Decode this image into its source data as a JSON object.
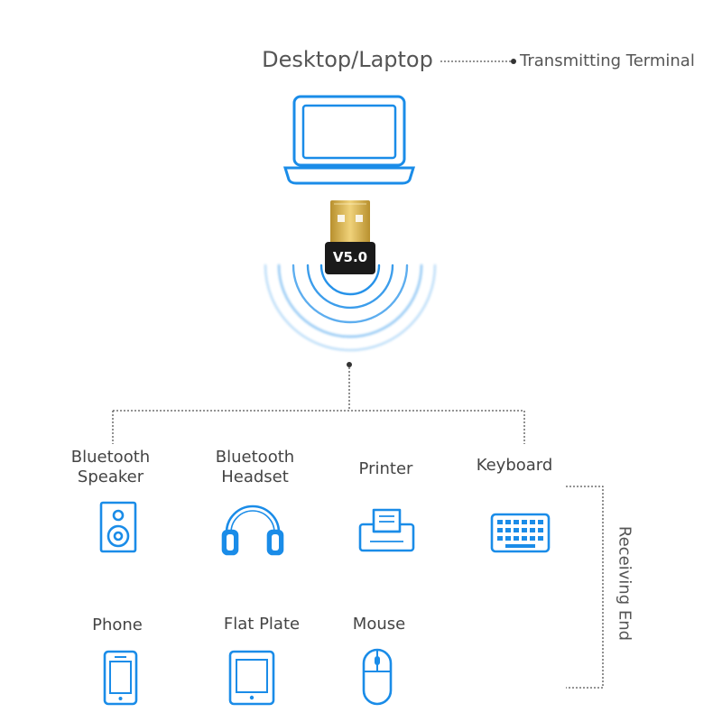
{
  "header": {
    "source_label": "Desktop/Laptop",
    "source_role": "Transmitting Terminal"
  },
  "adapter": {
    "version_label": "V5.0"
  },
  "receiving": {
    "group_label": "Receiving End",
    "devices": [
      {
        "label_line1": "Bluetooth",
        "label_line2": "Speaker",
        "icon": "speaker-icon"
      },
      {
        "label_line1": "Bluetooth",
        "label_line2": "Headset",
        "icon": "headphones-icon"
      },
      {
        "label_line1": "Printer",
        "label_line2": "",
        "icon": "printer-icon"
      },
      {
        "label_line1": "Keyboard",
        "label_line2": "",
        "icon": "keyboard-icon"
      },
      {
        "label_line1": "Phone",
        "label_line2": "",
        "icon": "phone-icon"
      },
      {
        "label_line1": "Flat Plate",
        "label_line2": "",
        "icon": "tablet-icon"
      },
      {
        "label_line1": "Mouse",
        "label_line2": "",
        "icon": "mouse-icon"
      }
    ]
  },
  "colors": {
    "icon_blue": "#1a8ce8",
    "icon_blue_light": "#59b4f5",
    "text": "#444444",
    "line": "#555555",
    "adapter_body": "#1a1a1a",
    "adapter_gold": "#d8b24a"
  }
}
